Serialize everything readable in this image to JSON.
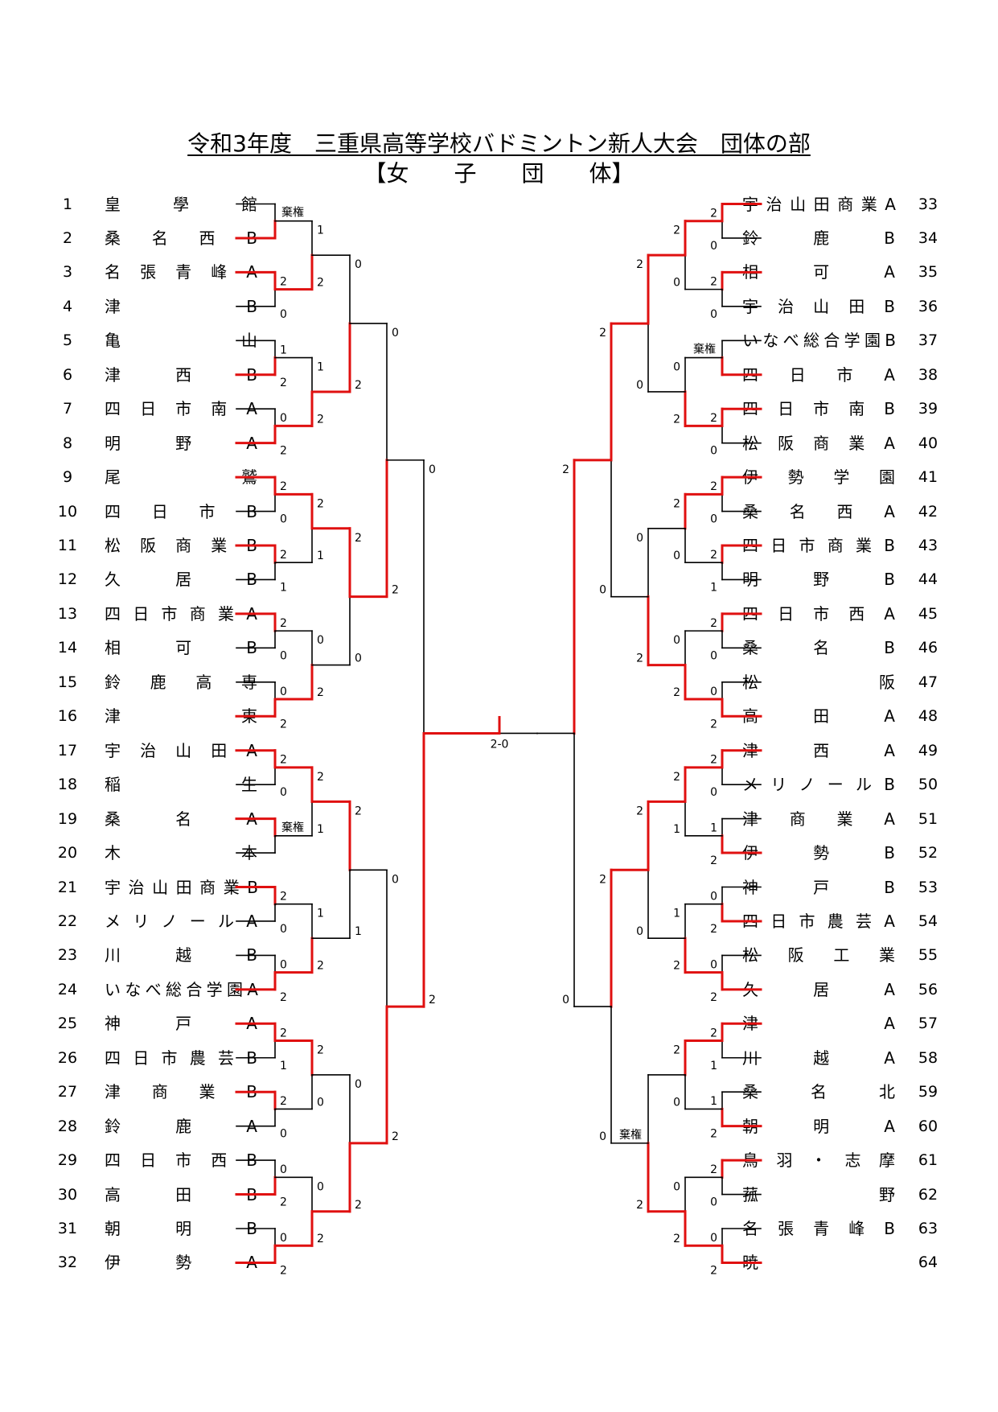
{
  "title": "令和3年度　三重県高等学校バドミントン新人大会　団体の部",
  "subtitle": "【女　　子　　団　　体】",
  "colors": {
    "winner_line": "#e01010",
    "loser_line": "#000000"
  },
  "left_teams": [
    {
      "no": "1",
      "name": "皇學館"
    },
    {
      "no": "2",
      "name": "桑名西B"
    },
    {
      "no": "3",
      "name": "名張青峰A"
    },
    {
      "no": "4",
      "name": "津B"
    },
    {
      "no": "5",
      "name": "亀山"
    },
    {
      "no": "6",
      "name": "津西B"
    },
    {
      "no": "7",
      "name": "四日市南A"
    },
    {
      "no": "8",
      "name": "明野A"
    },
    {
      "no": "9",
      "name": "尾鷲"
    },
    {
      "no": "10",
      "name": "四日市B"
    },
    {
      "no": "11",
      "name": "松阪商業B"
    },
    {
      "no": "12",
      "name": "久居B"
    },
    {
      "no": "13",
      "name": "四日市商業A"
    },
    {
      "no": "14",
      "name": "相可B"
    },
    {
      "no": "15",
      "name": "鈴鹿高専"
    },
    {
      "no": "16",
      "name": "津東"
    },
    {
      "no": "17",
      "name": "宇治山田A"
    },
    {
      "no": "18",
      "name": "稲生"
    },
    {
      "no": "19",
      "name": "桑名A"
    },
    {
      "no": "20",
      "name": "木本"
    },
    {
      "no": "21",
      "name": "宇治山田商業B"
    },
    {
      "no": "22",
      "name": "メリノールA"
    },
    {
      "no": "23",
      "name": "川越B"
    },
    {
      "no": "24",
      "name": "いなべ総合学園A"
    },
    {
      "no": "25",
      "name": "神戸A"
    },
    {
      "no": "26",
      "name": "四日市農芸B"
    },
    {
      "no": "27",
      "name": "津商業B"
    },
    {
      "no": "28",
      "name": "鈴鹿A"
    },
    {
      "no": "29",
      "name": "四日市西B"
    },
    {
      "no": "30",
      "name": "高田B"
    },
    {
      "no": "31",
      "name": "朝明B"
    },
    {
      "no": "32",
      "name": "伊勢A"
    }
  ],
  "right_teams": [
    {
      "no": "33",
      "name": "宇治山田商業A"
    },
    {
      "no": "34",
      "name": "鈴鹿B"
    },
    {
      "no": "35",
      "name": "相可A"
    },
    {
      "no": "36",
      "name": "宇治山田B"
    },
    {
      "no": "37",
      "name": "いなべ総合学園B"
    },
    {
      "no": "38",
      "name": "四日市A"
    },
    {
      "no": "39",
      "name": "四日市南B"
    },
    {
      "no": "40",
      "name": "松阪商業A"
    },
    {
      "no": "41",
      "name": "伊勢学園"
    },
    {
      "no": "42",
      "name": "桑名西A"
    },
    {
      "no": "43",
      "name": "四日市商業B"
    },
    {
      "no": "44",
      "name": "明野B"
    },
    {
      "no": "45",
      "name": "四日市西A"
    },
    {
      "no": "46",
      "name": "桑名B"
    },
    {
      "no": "47",
      "name": "松阪"
    },
    {
      "no": "48",
      "name": "高田A"
    },
    {
      "no": "49",
      "name": "津西A"
    },
    {
      "no": "50",
      "name": "メリノールB"
    },
    {
      "no": "51",
      "name": "津商業A"
    },
    {
      "no": "52",
      "name": "伊勢B"
    },
    {
      "no": "53",
      "name": "神戸B"
    },
    {
      "no": "54",
      "name": "四日市農芸A"
    },
    {
      "no": "55",
      "name": "松阪工業"
    },
    {
      "no": "56",
      "name": "久居A"
    },
    {
      "no": "57",
      "name": "津A"
    },
    {
      "no": "58",
      "name": "川越A"
    },
    {
      "no": "59",
      "name": "桑名北"
    },
    {
      "no": "60",
      "name": "朝明A"
    },
    {
      "no": "61",
      "name": "鳥羽・志摩"
    },
    {
      "no": "62",
      "name": "菰野"
    },
    {
      "no": "63",
      "name": "名張青峰B"
    },
    {
      "no": "64",
      "name": "暁"
    }
  ],
  "left_rounds": [
    [
      {
        "top": "",
        "bot": "",
        "w": 1,
        "note": "棄権"
      },
      {
        "top": "2",
        "bot": "0",
        "w": 0
      },
      {
        "top": "1",
        "bot": "2",
        "w": 1
      },
      {
        "top": "0",
        "bot": "2",
        "w": 1
      },
      {
        "top": "2",
        "bot": "0",
        "w": 0
      },
      {
        "top": "2",
        "bot": "1",
        "w": 0
      },
      {
        "top": "2",
        "bot": "0",
        "w": 0
      },
      {
        "top": "0",
        "bot": "2",
        "w": 1
      },
      {
        "top": "2",
        "bot": "0",
        "w": 0
      },
      {
        "top": "",
        "bot": "",
        "w": 0,
        "note": "棄権"
      },
      {
        "top": "2",
        "bot": "0",
        "w": 0
      },
      {
        "top": "0",
        "bot": "2",
        "w": 1
      },
      {
        "top": "2",
        "bot": "1",
        "w": 0
      },
      {
        "top": "2",
        "bot": "0",
        "w": 0
      },
      {
        "top": "0",
        "bot": "2",
        "w": 1
      },
      {
        "top": "0",
        "bot": "2",
        "w": 1
      }
    ],
    [
      {
        "top": "1",
        "bot": "2",
        "w": 1
      },
      {
        "top": "1",
        "bot": "2",
        "w": 1
      },
      {
        "top": "2",
        "bot": "1",
        "w": 0
      },
      {
        "top": "0",
        "bot": "2",
        "w": 1
      },
      {
        "top": "2",
        "bot": "1",
        "w": 0
      },
      {
        "top": "1",
        "bot": "2",
        "w": 1
      },
      {
        "top": "2",
        "bot": "0",
        "w": 0
      },
      {
        "top": "0",
        "bot": "2",
        "w": 1
      }
    ],
    [
      {
        "top": "0",
        "bot": "2",
        "w": 1
      },
      {
        "top": "2",
        "bot": "0",
        "w": 0
      },
      {
        "top": "2",
        "bot": "1",
        "w": 0
      },
      {
        "top": "0",
        "bot": "2",
        "w": 1
      }
    ],
    [
      {
        "top": "0",
        "bot": "2",
        "w": 1
      },
      {
        "top": "0",
        "bot": "2",
        "w": 1
      }
    ],
    [
      {
        "top": "0",
        "bot": "2",
        "w": 1
      }
    ]
  ],
  "right_rounds": [
    [
      {
        "top": "2",
        "bot": "0",
        "w": 0
      },
      {
        "top": "2",
        "bot": "0",
        "w": 0
      },
      {
        "top": "",
        "bot": "",
        "w": 1,
        "note": "棄権"
      },
      {
        "top": "2",
        "bot": "0",
        "w": 0
      },
      {
        "top": "2",
        "bot": "0",
        "w": 0
      },
      {
        "top": "2",
        "bot": "1",
        "w": 0
      },
      {
        "top": "2",
        "bot": "0",
        "w": 0
      },
      {
        "top": "0",
        "bot": "2",
        "w": 1
      },
      {
        "top": "2",
        "bot": "0",
        "w": 0
      },
      {
        "top": "1",
        "bot": "2",
        "w": 1
      },
      {
        "top": "0",
        "bot": "2",
        "w": 1
      },
      {
        "top": "0",
        "bot": "2",
        "w": 1
      },
      {
        "top": "2",
        "bot": "1",
        "w": 0
      },
      {
        "top": "1",
        "bot": "2",
        "w": 1
      },
      {
        "top": "2",
        "bot": "0",
        "w": 0
      },
      {
        "top": "0",
        "bot": "2",
        "w": 1
      }
    ],
    [
      {
        "top": "2",
        "bot": "0",
        "w": 0
      },
      {
        "top": "0",
        "bot": "2",
        "w": 1
      },
      {
        "top": "2",
        "bot": "0",
        "w": 0
      },
      {
        "top": "0",
        "bot": "2",
        "w": 1
      },
      {
        "top": "2",
        "bot": "1",
        "w": 0
      },
      {
        "top": "1",
        "bot": "2",
        "w": 1
      },
      {
        "top": "2",
        "bot": "0",
        "w": 0
      },
      {
        "top": "0",
        "bot": "2",
        "w": 1
      }
    ],
    [
      {
        "top": "2",
        "bot": "0",
        "w": 0
      },
      {
        "top": "0",
        "bot": "2",
        "w": 1
      },
      {
        "top": "2",
        "bot": "0",
        "w": 0
      },
      {
        "top": "",
        "bot": "2",
        "w": 1,
        "note": "棄権"
      }
    ],
    [
      {
        "top": "2",
        "bot": "0",
        "w": 0
      },
      {
        "top": "2",
        "bot": "0",
        "w": 0
      }
    ],
    [
      {
        "top": "2",
        "bot": "0",
        "w": 0
      }
    ]
  ],
  "final": {
    "score": "2-0",
    "winner": "left"
  }
}
